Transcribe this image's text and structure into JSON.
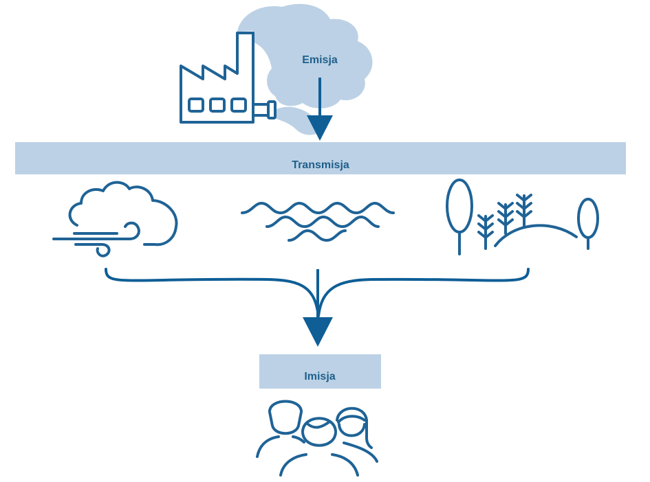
{
  "labels": {
    "emission": "Emisja",
    "transmission": "Transmisja",
    "immission": "Imisja"
  },
  "colors": {
    "icon_stroke": "#1f6396",
    "arrow": "#0f5e96",
    "band_fill": "#bcd1e5",
    "smoke_fill": "#bcd1e5",
    "label_text": "#1f5f8b"
  },
  "icons": [
    "factory-icon",
    "smoke-cloud-icon",
    "wind-cloud-icon",
    "water-waves-icon",
    "landscape-trees-icon",
    "people-group-icon"
  ]
}
